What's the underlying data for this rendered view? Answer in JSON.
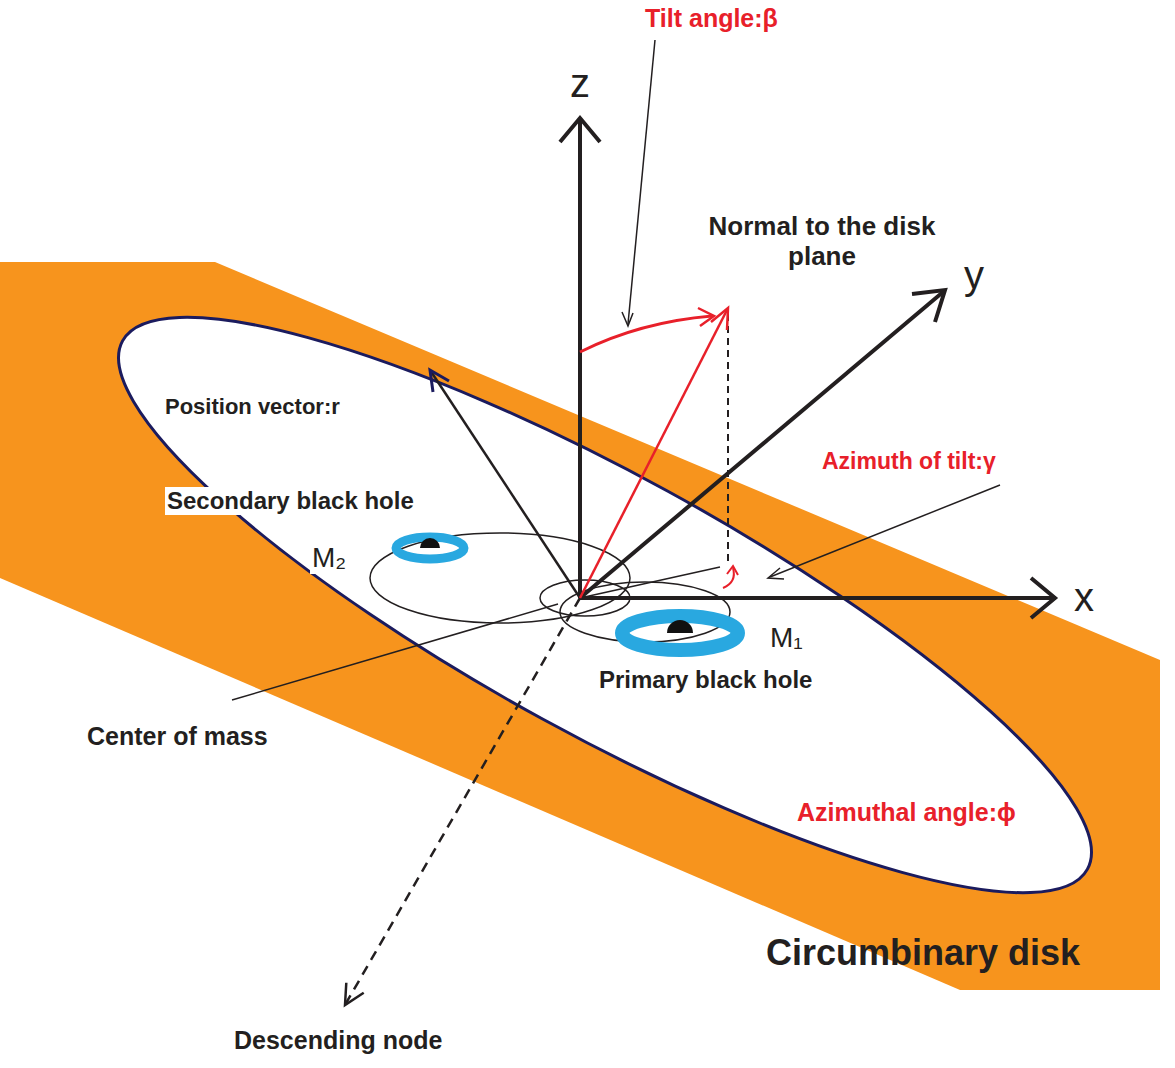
{
  "diagram": {
    "nodes": [
      {
        "text": [
          "Secondary black hole",
          "M₂"
        ]
      },
      {
        "text": [
          "M₁",
          "Primary black hole"
        ]
      },
      {
        "text": [
          "Circumbinary disk"
        ]
      }
    ],
    "labels": [
      "Tilt angle:β",
      "z",
      "Normal to the disk plane",
      "y",
      "Position vector:r",
      "Azimuth of tilt:γ",
      "x",
      "Center of mass",
      "Azimuthal angle:ϕ",
      "Descending node"
    ]
  }
}
